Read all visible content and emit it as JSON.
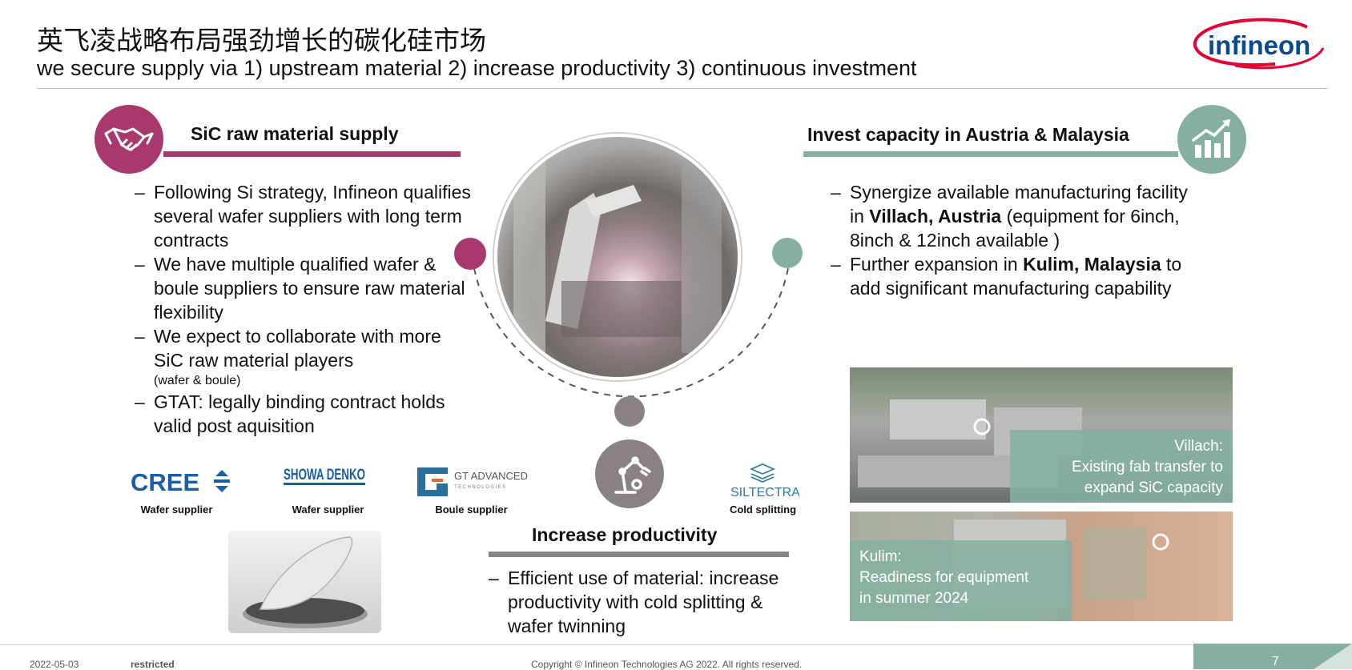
{
  "header": {
    "title": "英飞凌战略布局强劲增长的碳化硅市场",
    "subtitle": "we secure supply via 1) upstream material 2) increase productivity 3) continuous investment",
    "logo_text": "infineon"
  },
  "left_section": {
    "title": "SiC raw material supply",
    "icon": "handshake-icon",
    "bullets": [
      "Following Si strategy, Infineon qualifies several wafer suppliers with long term contracts",
      "We have multiple qualified wafer & boule suppliers to ensure raw material flexibility",
      "We expect to collaborate with more SiC raw material players",
      "GTAT: legally binding contract holds valid post aquisition"
    ],
    "bullet3_note": "(wafer & boule)",
    "suppliers": [
      {
        "name": "CREE",
        "caption": "Wafer supplier"
      },
      {
        "name": "SHOWA DENKO",
        "caption": "Wafer supplier"
      },
      {
        "name": "GT ADVANCED",
        "sub": "TECHNOLOGIES",
        "caption": "Boule supplier"
      },
      {
        "name": "SILTECTRA",
        "caption": "Cold splitting"
      }
    ]
  },
  "right_section": {
    "title": "Invest capacity in Austria & Malaysia",
    "icon": "growth-chart-icon",
    "b1_pre": "Synergize available manufacturing facility in ",
    "b1_bold": "Villach, Austria",
    "b1_post": " (equipment for 6inch, 8inch & 12inch available )",
    "b2_pre": "Further expansion in ",
    "b2_bold": "Kulim, Malaysia",
    "b2_post": " to add significant manufacturing capability",
    "photo1_label": [
      "Villach:",
      "Existing fab  transfer to",
      "expand SiC capacity"
    ],
    "photo2_label": [
      "Kulim:",
      "Readiness for equipment",
      "in summer 2024"
    ]
  },
  "center_section": {
    "title": "Increase productivity",
    "icon": "robot-arm-icon",
    "bullet": "Efficient use of material: increase productivity with cold splitting & wafer twinning"
  },
  "footer": {
    "date": "2022-05-03",
    "classification": "restricted",
    "copyright": "Copyright © Infineon Technologies AG 2022. All rights reserved.",
    "page": "7"
  },
  "colors": {
    "magenta": "#a8386e",
    "teal": "#85b0a0",
    "grey": "#8a8282",
    "infineon_red": "#e30034",
    "infineon_blue": "#0b4a8f"
  }
}
